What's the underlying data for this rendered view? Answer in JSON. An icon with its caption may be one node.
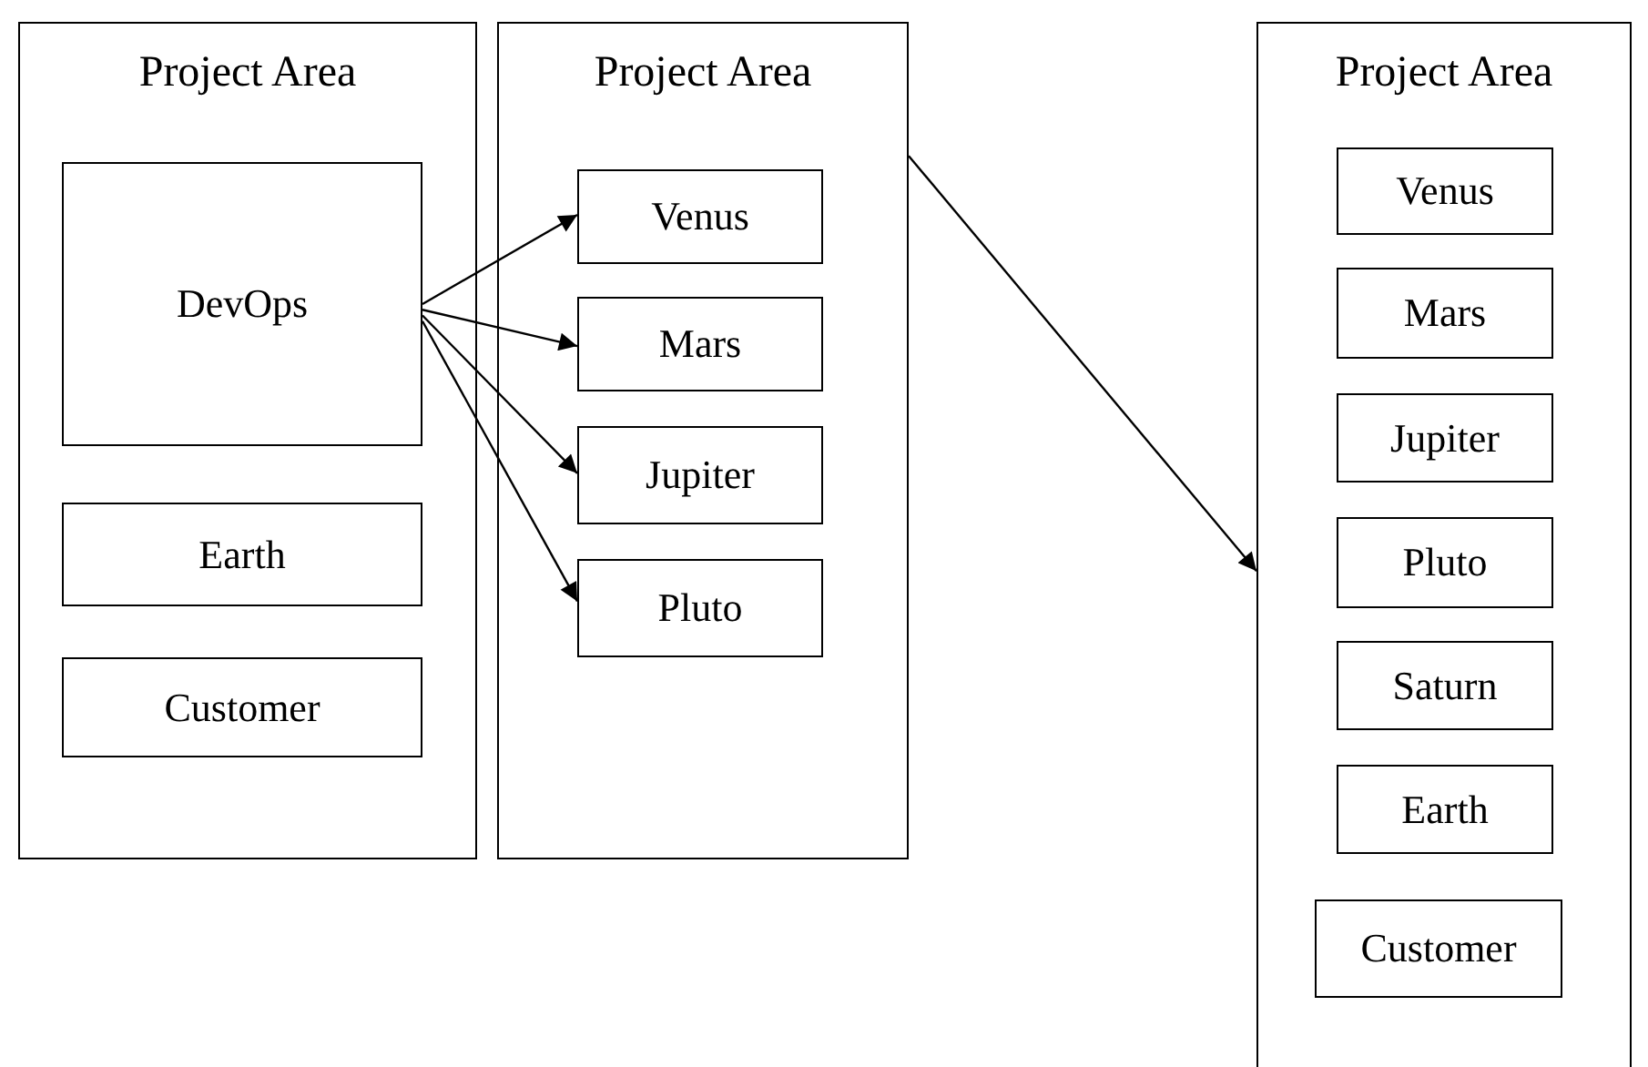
{
  "diagram": {
    "nodes": [
      {
        "text": [
          "Project Area"
        ]
      },
      {
        "text": [
          "DevOps"
        ],
        "in": 0
      },
      {
        "text": [
          "Earth"
        ],
        "in": 0
      },
      {
        "text": [
          "Customer"
        ],
        "in": 0
      },
      {
        "text": [
          "Project Area"
        ]
      },
      {
        "text": [
          "Venus"
        ],
        "in": 4
      },
      {
        "text": [
          "Mars"
        ],
        "in": 4
      },
      {
        "text": [
          "Jupiter"
        ],
        "in": 4
      },
      {
        "text": [
          "Pluto"
        ],
        "in": 4
      },
      {
        "text": [
          "Project Area"
        ]
      },
      {
        "text": [
          "Venus"
        ],
        "in": 9
      },
      {
        "text": [
          "Mars"
        ],
        "in": 9
      },
      {
        "text": [
          "Jupiter"
        ],
        "in": 9
      },
      {
        "text": [
          "Pluto"
        ],
        "in": 9
      },
      {
        "text": [
          "Saturn"
        ],
        "in": 9
      },
      {
        "text": [
          "Earth"
        ],
        "in": 9
      },
      {
        "text": [
          "Customer"
        ],
        "in": 9
      }
    ],
    "edges": [
      {
        "from": 1,
        "to": 5,
        "arrow": "to"
      },
      {
        "from": 1,
        "to": 6,
        "arrow": "to"
      },
      {
        "from": 1,
        "to": 7,
        "arrow": "to"
      },
      {
        "from": 1,
        "to": 8,
        "arrow": "to"
      },
      {
        "from": 4,
        "to": 9,
        "arrow": "to"
      }
    ]
  }
}
